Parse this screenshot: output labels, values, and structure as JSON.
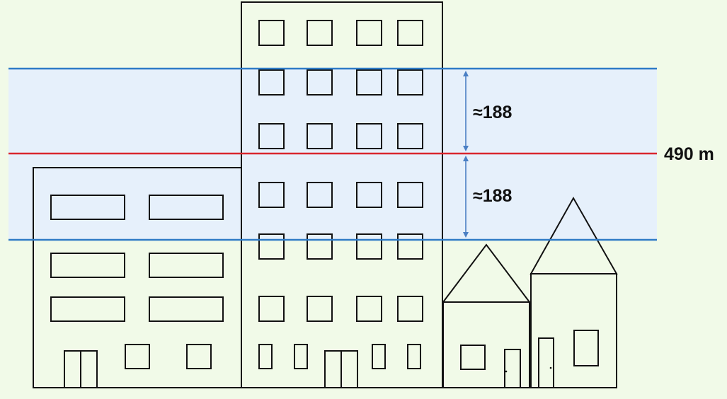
{
  "labels": {
    "upper_offset": "≈188",
    "lower_offset": "≈188",
    "center_value": "490 m"
  },
  "colors": {
    "background": "#f1fae8",
    "band_fill": "#e6f0fb",
    "boundary_line": "#2f7bc6",
    "center_line": "#d9272e",
    "dimension_arrow": "#4a7fc4",
    "outline": "#111111"
  },
  "icons": [
    "dimension-arrow-icon"
  ]
}
